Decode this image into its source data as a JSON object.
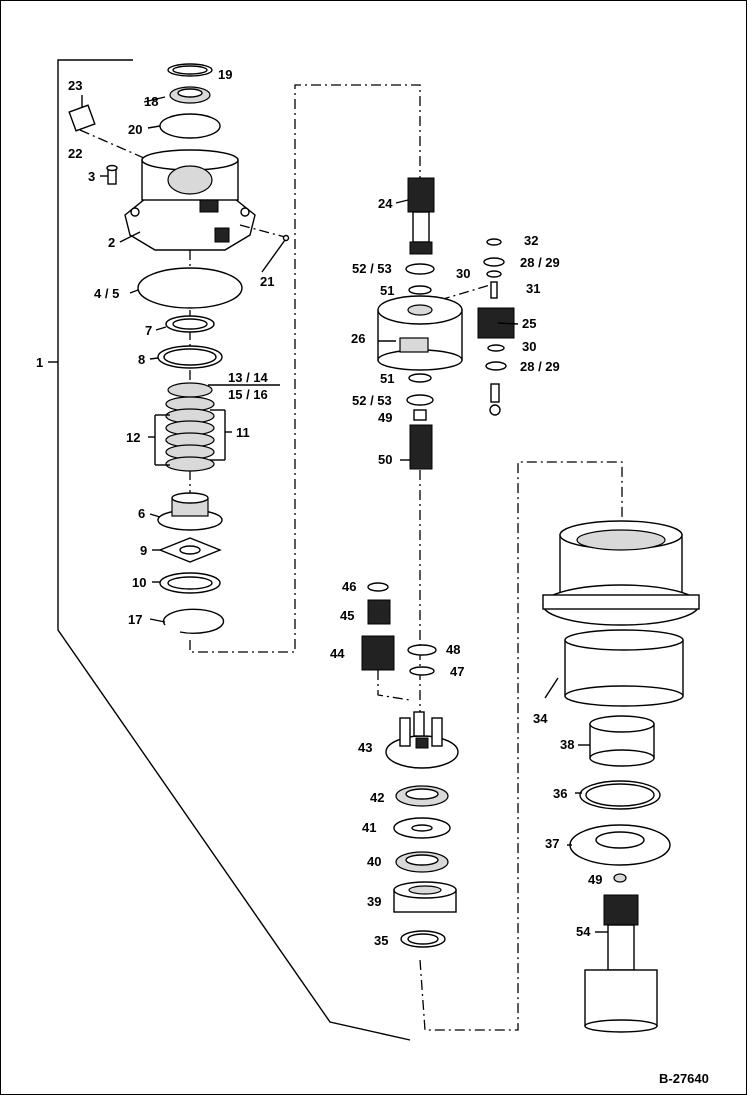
{
  "drawing_number": "B-27640",
  "callouts": {
    "c1": "1",
    "c2": "2",
    "c3": "3",
    "c4_5": "4 / 5",
    "c6": "6",
    "c7": "7",
    "c8": "8",
    "c9": "9",
    "c10": "10",
    "c11": "11",
    "c12": "12",
    "c13_14": "13 / 14",
    "c15_16": "15 / 16",
    "c17": "17",
    "c18": "18",
    "c19": "19",
    "c20": "20",
    "c21": "21",
    "c22": "22",
    "c23": "23",
    "c24": "24",
    "c25": "25",
    "c26": "26",
    "c28_29a": "28 / 29",
    "c28_29b": "28 / 29",
    "c30a": "30",
    "c30b": "30",
    "c31": "31",
    "c32": "32",
    "c34": "34",
    "c35": "35",
    "c36": "36",
    "c37": "37",
    "c38": "38",
    "c39": "39",
    "c40": "40",
    "c41": "41",
    "c42": "42",
    "c43": "43",
    "c44": "44",
    "c45": "45",
    "c46": "46",
    "c47": "47",
    "c48": "48",
    "c49a": "49",
    "c49b": "49",
    "c50": "50",
    "c51a": "51",
    "c51b": "51",
    "c52_53a": "52 / 53",
    "c52_53b": "52 / 53",
    "c54": "54"
  }
}
